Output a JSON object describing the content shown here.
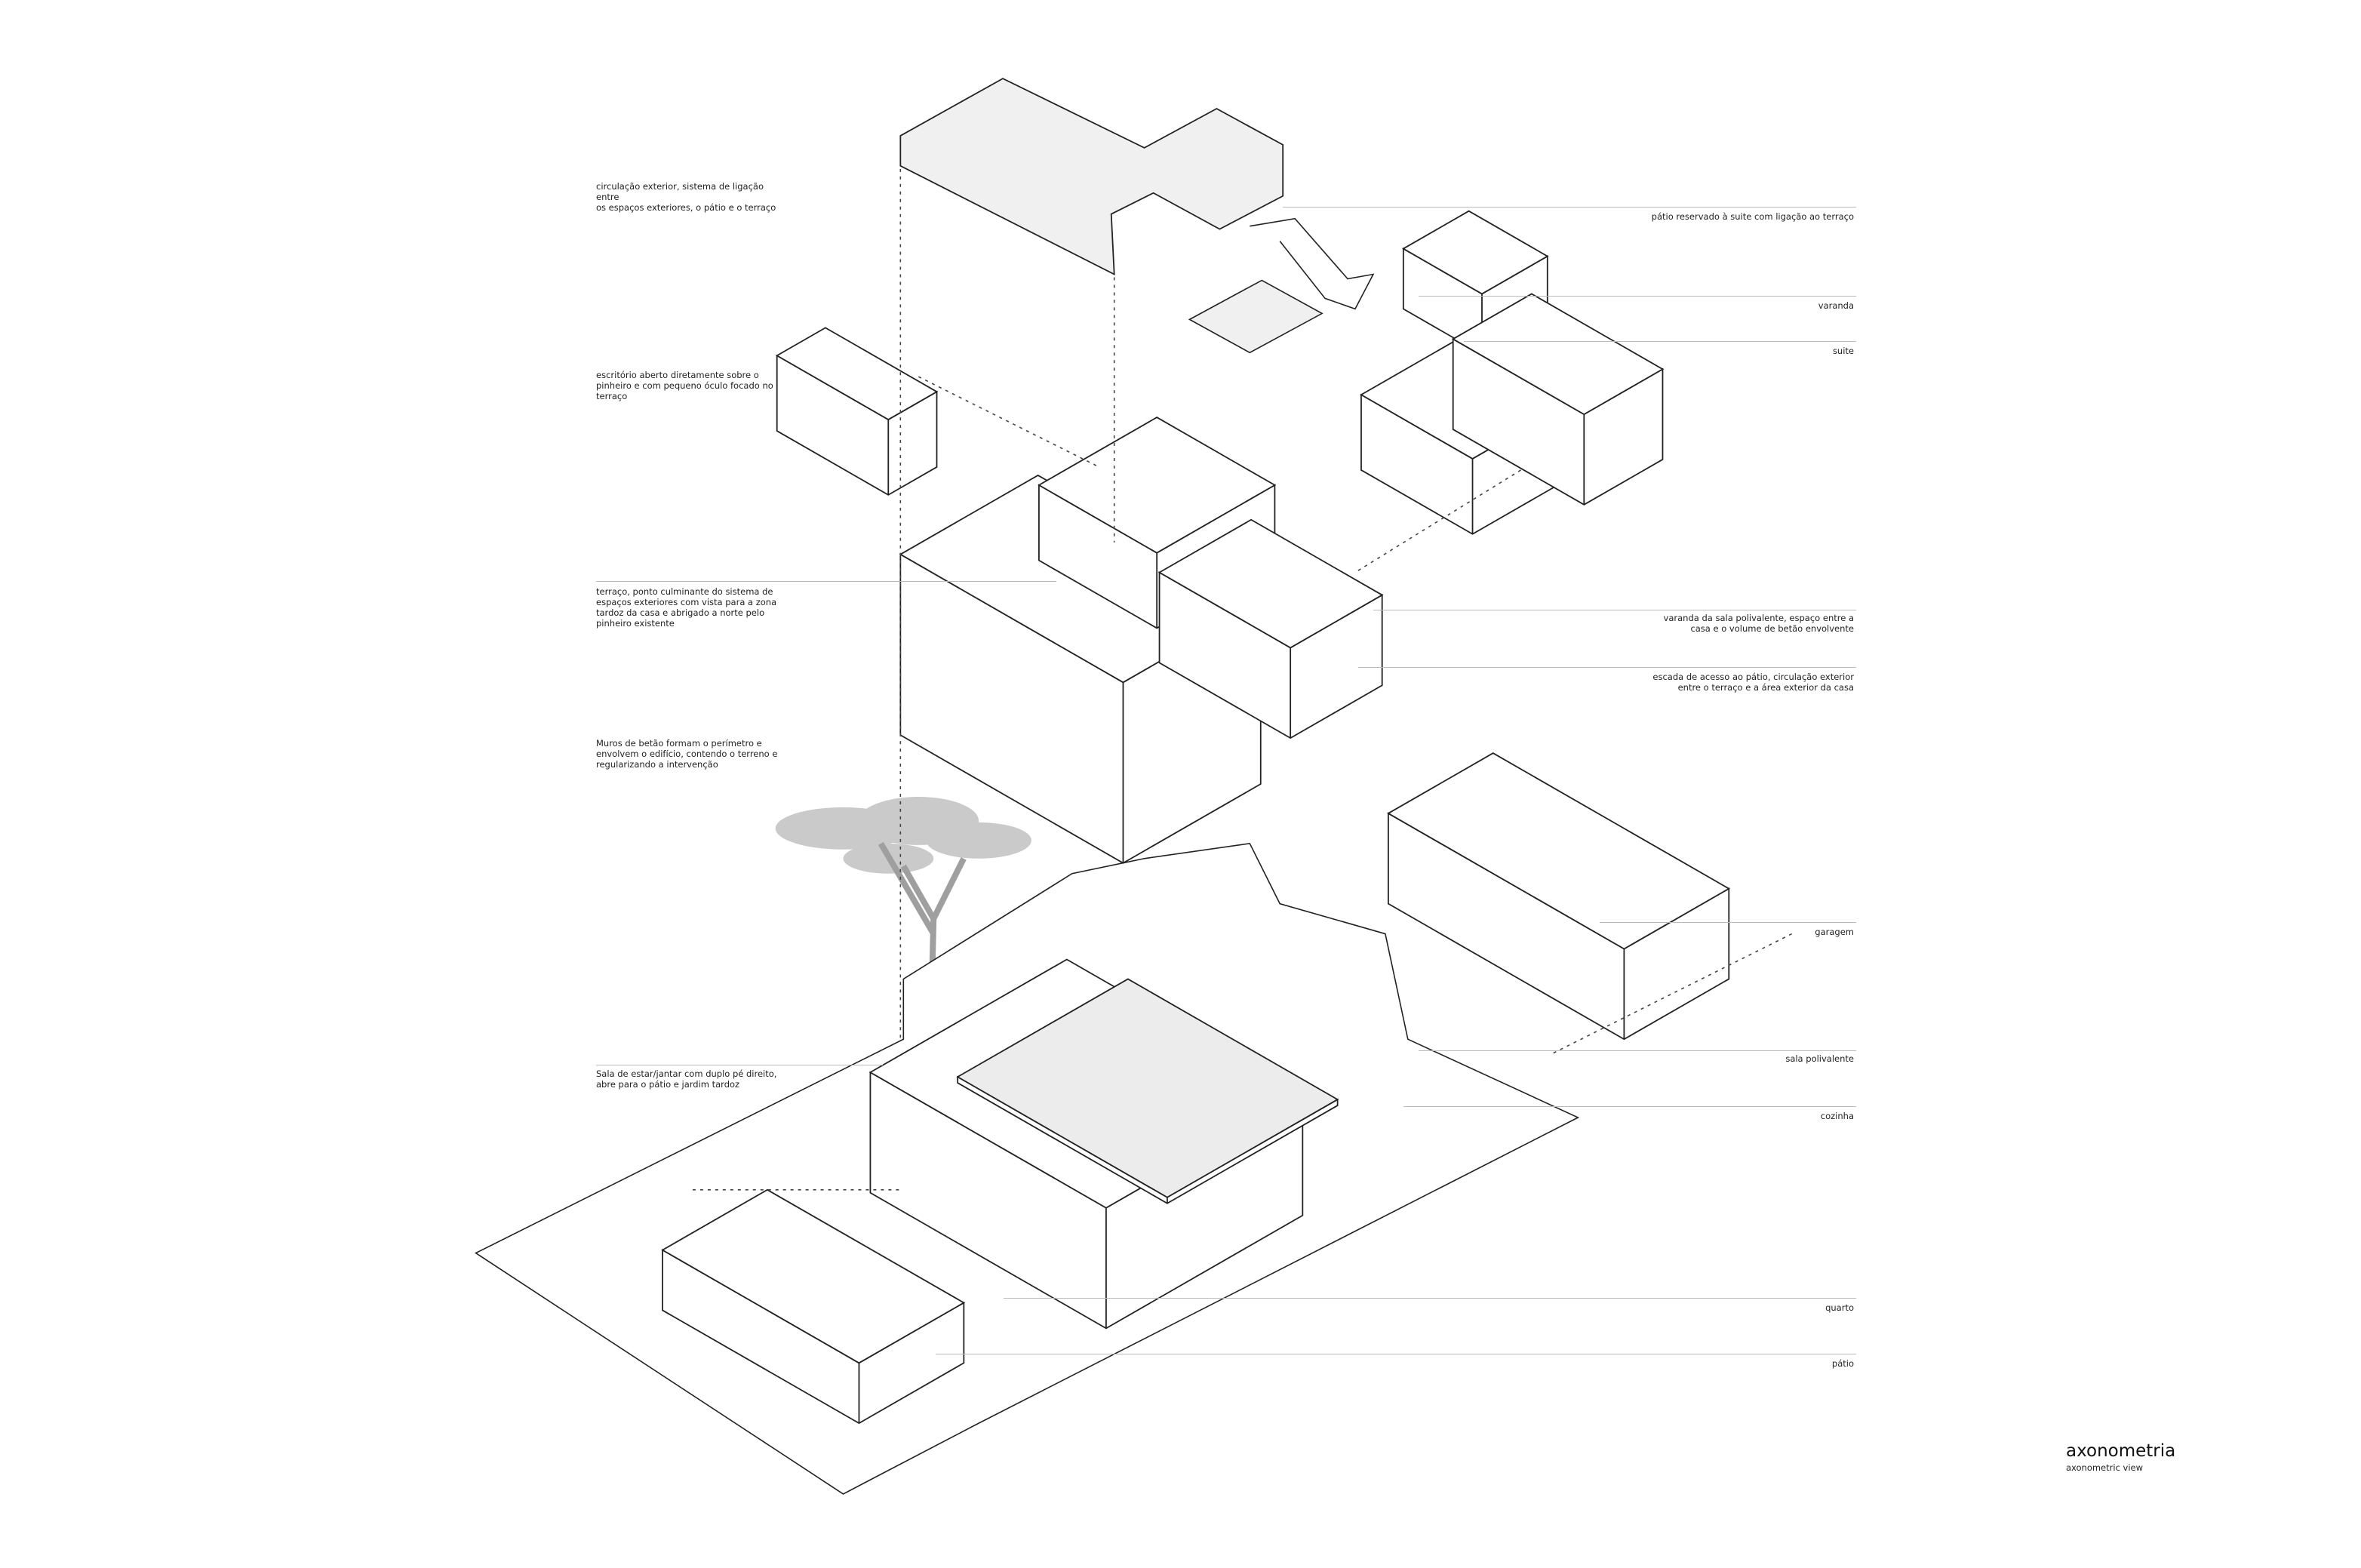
{
  "title": {
    "main": "axonometria",
    "sub": "axonometric view"
  },
  "left_labels": [
    "circulação exterior, sistema de ligação entre\nos espaços exteriores, o pátio e o terraço",
    "escritório aberto diretamente sobre o\npinheiro e com pequeno óculo focado no\nterraço",
    "terraço, ponto culminante do sistema de\nespaços exteriores com vista para a zona\ntardoz da casa e abrigado a norte pelo\npinheiro existente",
    "Muros de betão formam o perímetro e\nenvolvem o edifício, contendo o terreno e\nregularizando a intervenção",
    "Sala de estar/jantar com duplo pé direito,\nabre para o pátio e jardim tardoz"
  ],
  "right_labels": [
    "pátio reservado à suite com ligação ao terraço",
    "varanda",
    "suite",
    "varanda da sala polivalente, espaço entre a\ncasa e o volume de betão envolvente",
    "escada de acesso ao pátio, circulação exterior\nentre o terraço e a área exterior da casa",
    "garagem",
    "sala polivalente",
    "cozinha",
    "quarto",
    "pátio"
  ],
  "colors": {
    "line": "#222222",
    "leader": "#bbbbbb",
    "fill": "#ececec"
  }
}
